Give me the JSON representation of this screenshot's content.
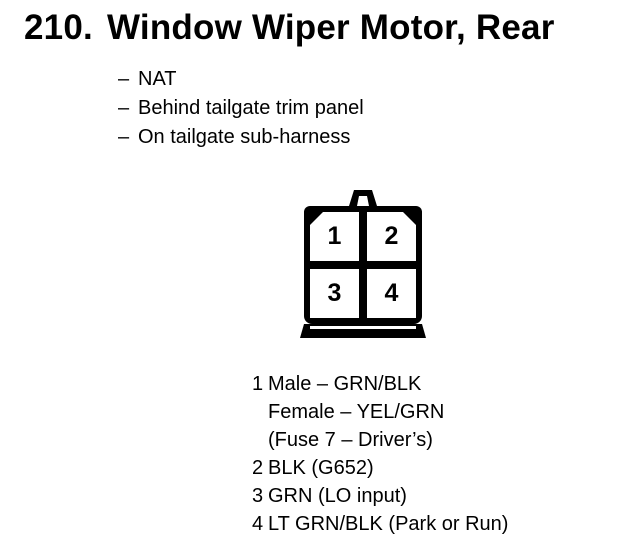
{
  "title": {
    "number": "210.",
    "text": "Window Wiper Motor, Rear"
  },
  "notes": {
    "dash": "–",
    "items": [
      "NAT",
      "Behind tailgate trim panel",
      "On tailgate sub-harness"
    ]
  },
  "connector": {
    "cavities": [
      "1",
      "2",
      "3",
      "4"
    ]
  },
  "pins": [
    {
      "number": "1",
      "lines": [
        "Male – GRN/BLK",
        "Female – YEL/GRN",
        "(Fuse 7 – Driver’s)"
      ]
    },
    {
      "number": "2",
      "lines": [
        "BLK (G652)"
      ]
    },
    {
      "number": "3",
      "lines": [
        "GRN (LO input)"
      ]
    },
    {
      "number": "4",
      "lines": [
        "LT GRN/BLK (Park or Run)"
      ]
    }
  ],
  "colors": {
    "ink": "#000000",
    "paper": "#ffffff"
  }
}
